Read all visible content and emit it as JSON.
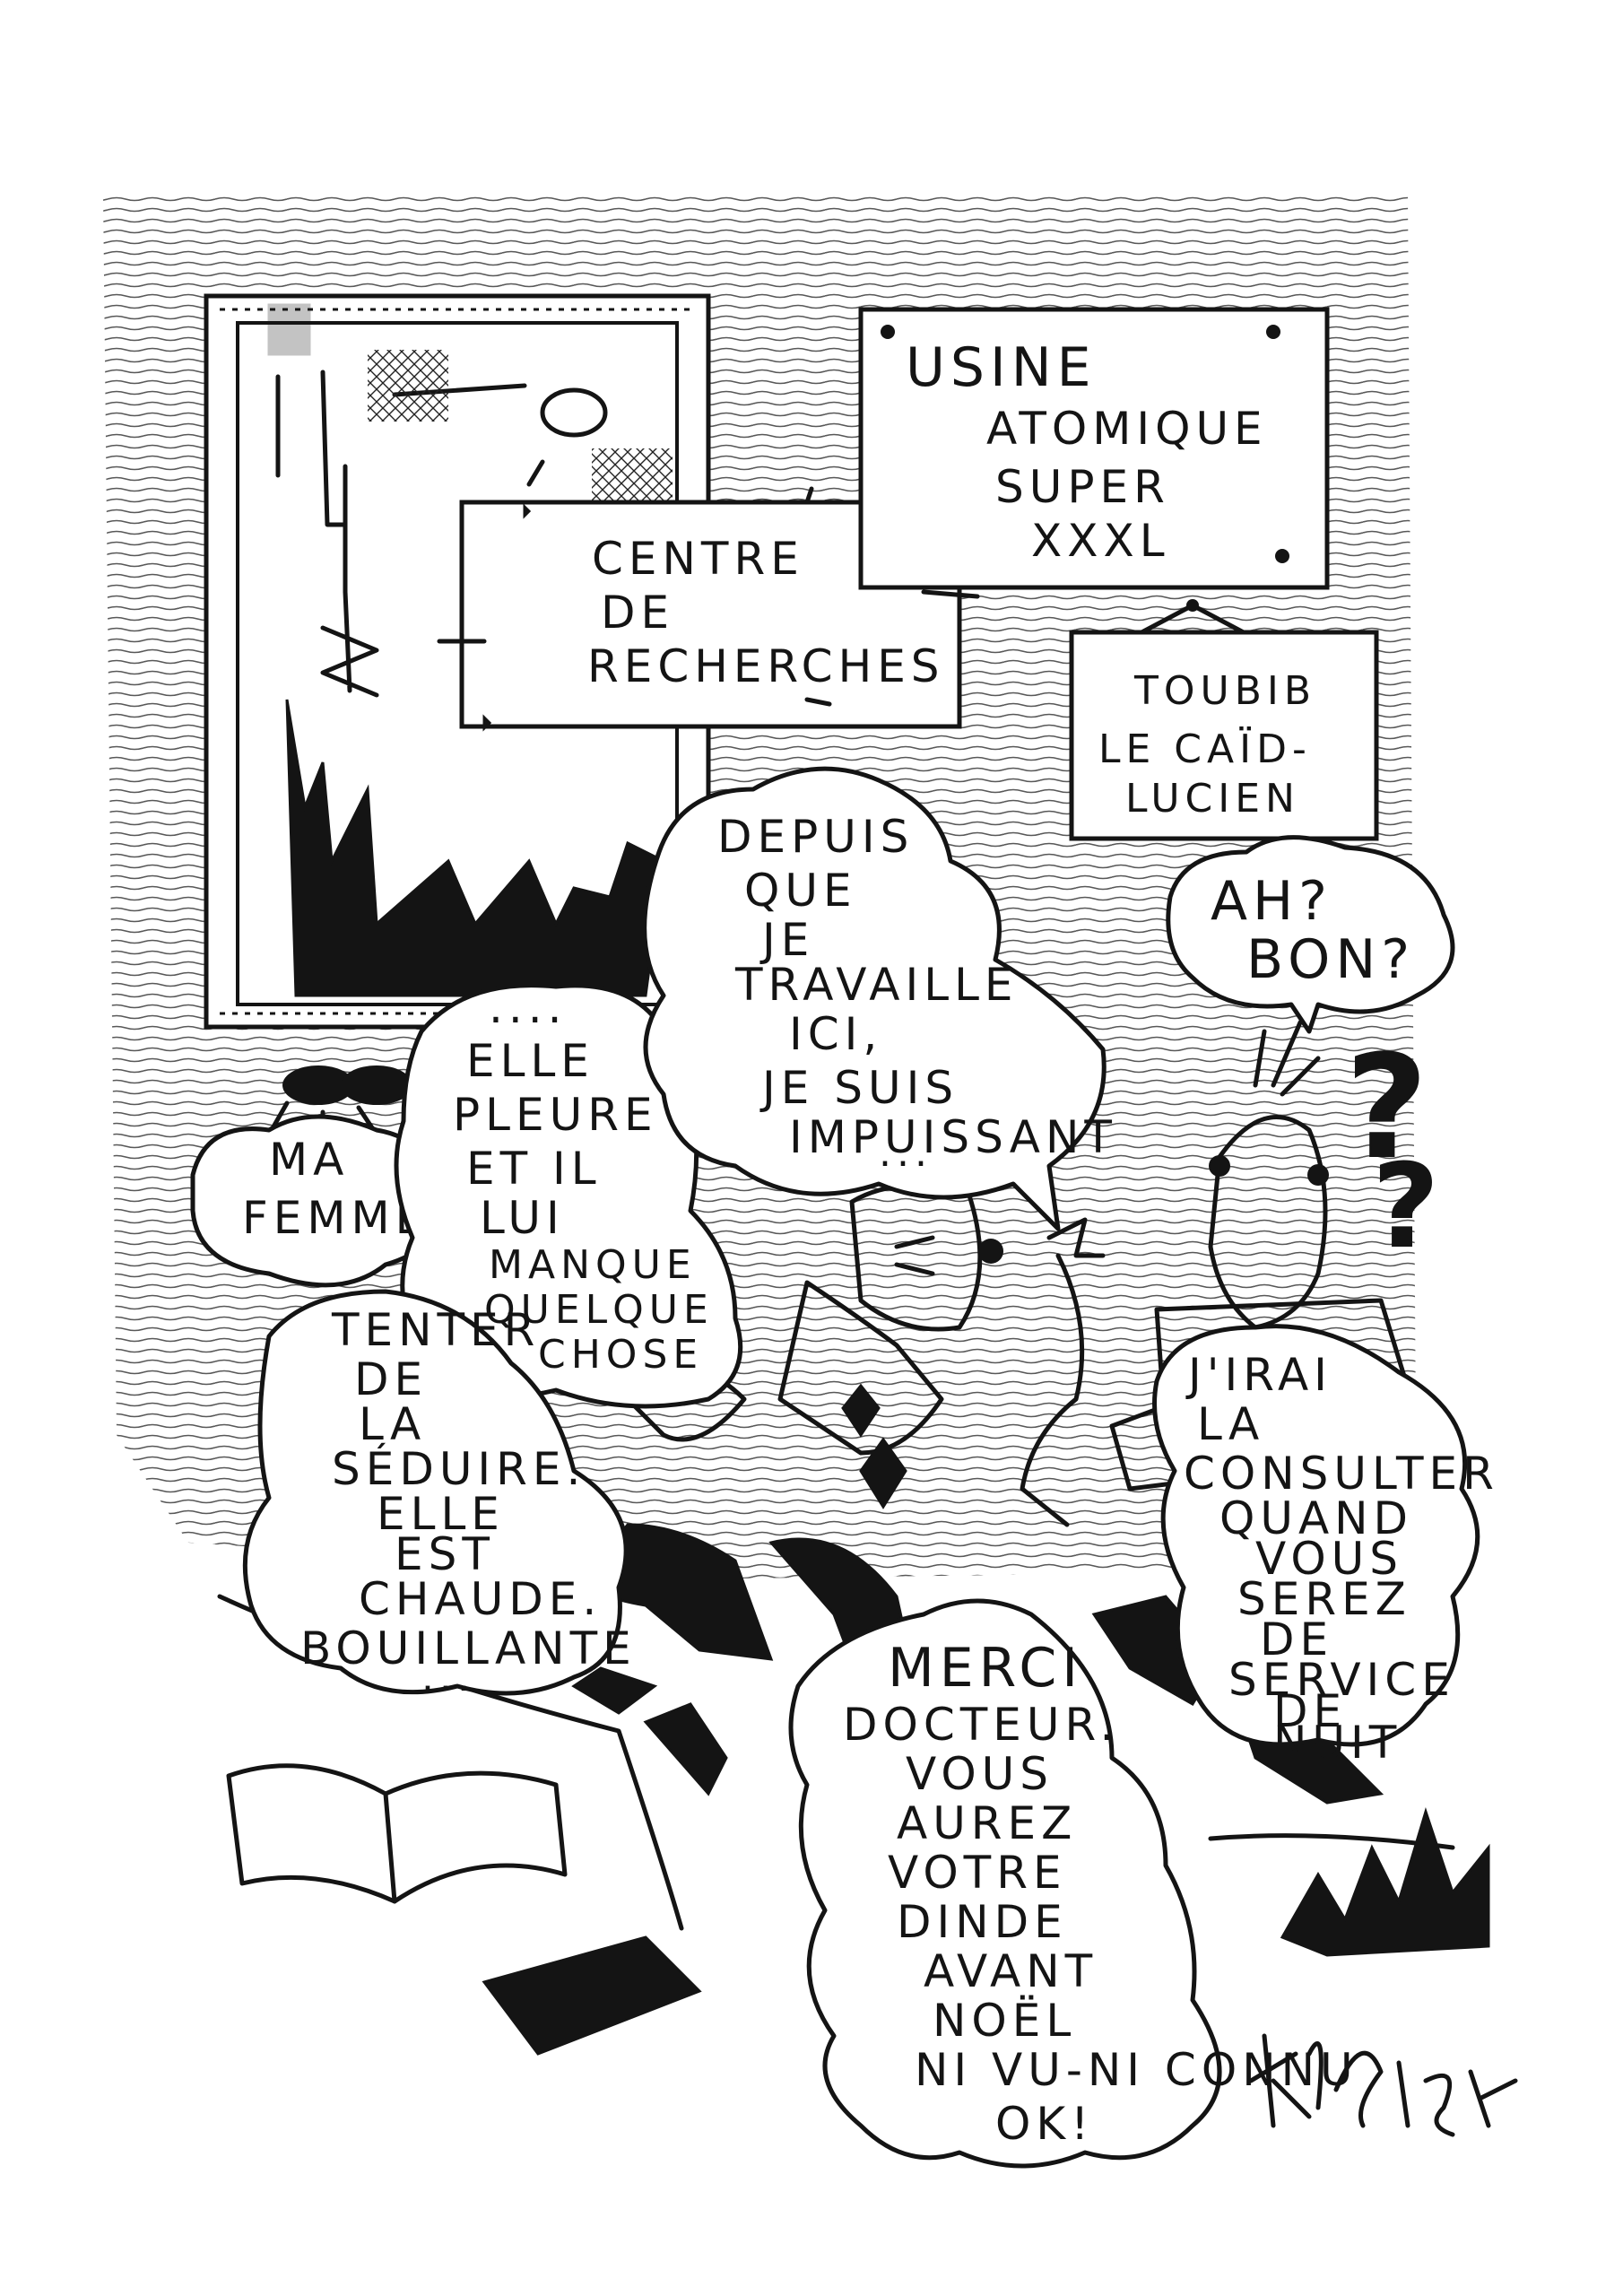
{
  "signs": {
    "usine": [
      "USINE",
      "ATOMIQUE",
      "SUPER",
      "XXXL"
    ],
    "centre": [
      "CENTRE",
      "DE",
      "RECHERCHES"
    ],
    "toubib": [
      "TOUBIB",
      "LE CAÏD-",
      "LUCIEN"
    ]
  },
  "bubbles": {
    "depuis": [
      "DEPUIS",
      "QUE",
      "JE",
      "TRAVAILLE",
      "ICI,",
      "JE SUIS",
      "IMPUISSANT",
      "..."
    ],
    "ah_bon": [
      "AH?",
      "BON?"
    ],
    "ma_femme": [
      "MA",
      "FEMME-"
    ],
    "elle_pleure": [
      "....",
      "ELLE",
      "PLEURE",
      "ET IL",
      "LUI",
      "MANQUE",
      "QUELQUE",
      "CHOSE"
    ],
    "tenter": [
      "TENTER",
      "DE",
      "LA",
      "SÉDUIRE.",
      "ELLE",
      "EST",
      "CHAUDE.",
      "BOUILLANTE",
      "..."
    ],
    "jirai": [
      "J'IRAI",
      "LA",
      "CONSULTER",
      "QUAND",
      "VOUS",
      "SEREZ",
      "DE",
      "SERVICE",
      "DE",
      "NUIT"
    ],
    "merci": [
      "MERCI",
      "DOCTEUR.",
      "VOUS",
      "AUREZ",
      "VOTRE",
      "DINDE",
      "AVANT",
      "NOËL",
      "NI VU-NI CONNU",
      "OK!"
    ]
  },
  "signature": "Kafbeck",
  "colors": {
    "ink": "#141414",
    "paper": "#ffffff"
  }
}
